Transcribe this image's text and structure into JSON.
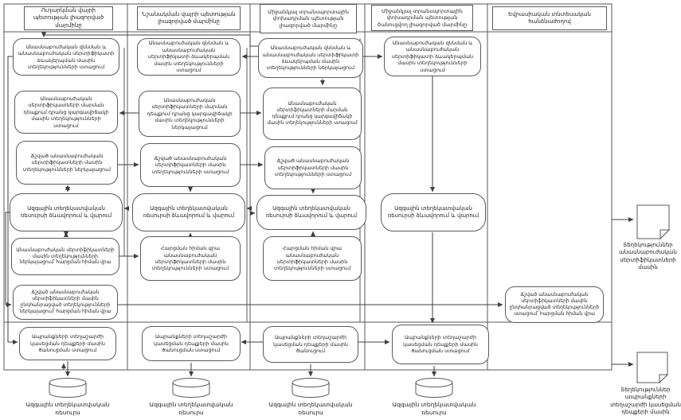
{
  "colors": {
    "ink": "#3f3f3f",
    "line": "#5a5a5a",
    "background": "#ffffff"
  },
  "icons": {
    "datastore": "database-cylinder-icon",
    "output_document": "document-sheet-icon",
    "connector": "arrow-connector"
  },
  "lanes": [
    {
      "header": "Ուղարկման վայրի պետության լիազորված մարմինը"
    },
    {
      "header": "Նշանակման վայրի պետության լիազորված մարմինը"
    },
    {
      "header": "Միջանկյալ տրանսպորտային փոխադրման պետության լիազորված մարմինը"
    },
    {
      "header": "Միջանկյալ տրանսպորտային փոխադրման պետության ծանուցվող լիազորված մարմինը"
    },
    {
      "header": "Եվրասիական տնտեսական հանձնաժողով"
    }
  ],
  "nodes": {
    "l1b1": "Անասնաբուժական զննման և անասնաբուժական սերտիֆիկատի ձևակերպման մասին տեղեկությունների ստացում",
    "l1b2": "Անասնաբուժական սերտիֆիկատների մարման դեպքում դրանց կարգավիճակի մասին տեղեկությունների ստացում",
    "l1b3": "Ճշված անասնաբուժական սերտիֆիկատների մասին տեղեկությունների ներկայացում",
    "l1b4": "Ազգային տեղեկատվական ռեսուրսի ձևավորում և վարում",
    "l1b5": "Անասնաբուժական սերտիֆիկատների մասին տեղեկությունների ներկայացում՝ հարցման հիման վրա",
    "l1b6": "Ճշված անասնաբուժական սերտիֆիկատների մասին ընդհանրացված տեղեկությունների ներկայացում՝ հարցման հիման վրա",
    "l1b7": "Ապրանքների տեղաշարժի կասեցման դեպքերի մասին ծանուցման ստացում",
    "l2b1": "Անասնաբուժական զննման և անասնաբուժական սերտիֆիկատի ձևակերպման մասին տեղեկությունների ստացում",
    "l2b2": "Անասնաբուժական սերտիֆիկատների մարման դեպքում դրանց կարգավիճակի մասին տեղեկությունների ներկայացում",
    "l2b3": "Ճշված անասնաբուժական սերտիֆիկատների մասին տեղեկությունների ստացում",
    "l2b4": "Ազգային տեղեկատվական ռեսուրսի ձևավորում և վարում",
    "l2b5": "Հարցման հիման վրա անասնաբուժական սերտիֆիկատների մասին տեղեկությունների ստացում",
    "l2b7": "Ապրանքների տեղաշարժի կասեցման դեպքերի մասին ծանուցման ստացում",
    "l3b1": "Անասնաբուժական զննման և անասնաբուժական սերտիֆիկատի ձևակերպման մասին տեղեկությունների ներկայացում",
    "l3b2": "Անասնաբուժական սերտիֆիկատների մարման դեպքում դրանց կարգավիճակի մասին տեղեկությունների ստացում",
    "l3b3": "Ճշված անասնաբուժական սերտիֆիկատների մասին տեղեկությունների ստացում",
    "l3b4": "Ազգային տեղեկատվական ռեսուրսի ձևավորում և վարում",
    "l3b5": "Հարցման հիման վրա անասնաբուժական սերտիֆիկատների մասին տեղեկությունների ստացում",
    "l3b7": "Ապրանքների տեղաշարժի կասեցման դեպքերի մասին ծանուցում",
    "l4b1": "Անասնաբուժական զննման և անասնաբուժական սերտիֆիկատի ձևակերպման մասին տեղեկությունների ստացում",
    "l4b4": "Ազգային տեղեկատվական ռեսուրսի ձևավորում և վարում",
    "l4b7": "Ապրանքների տեղաշարժի կասեցման դեպքերի մասին ծանուցման ստացում",
    "l5b6": "Ճշված անասնաբուժական սերտիֆիկատների մասին ընդհանրացված տեղեկությունների ստացում՝ հարցման հիման վրա"
  },
  "datastore_label": "Ազգային տեղեկատվական ռեսուրս",
  "documents": [
    {
      "label": "Տեղեկություններ անասնաբուժական սերտիֆիկատների մասին"
    },
    {
      "label": "Տեղեկություններ ապրանքների տեղաշարժի կասեցման դեպքերի մասին"
    }
  ]
}
